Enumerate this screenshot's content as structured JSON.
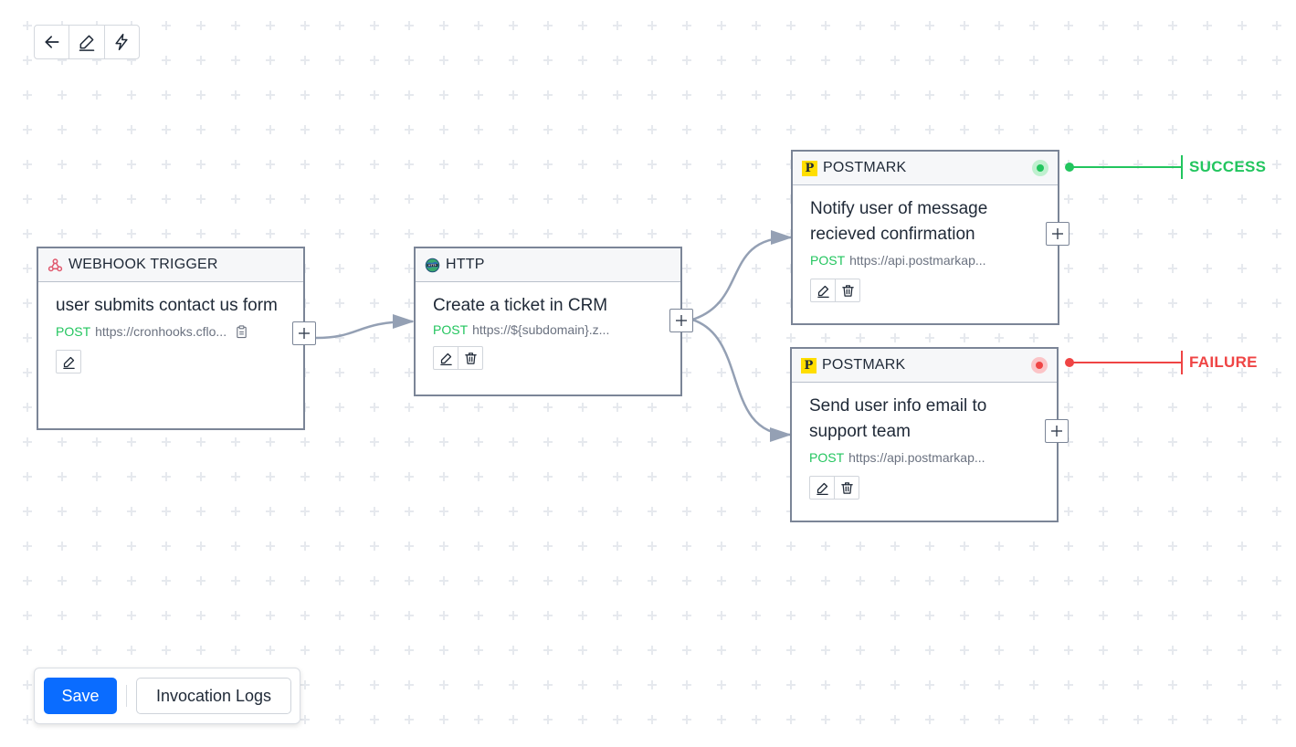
{
  "toolbar": {
    "icons": [
      "arrow-left-icon",
      "pencil-icon",
      "lightning-icon"
    ]
  },
  "nodes": {
    "webhook": {
      "header": "WEBHOOK TRIGGER",
      "icon": "webhook-icon",
      "title": "user submits contact us form",
      "method": "POST",
      "url": "https://cronhooks.cflo..."
    },
    "http": {
      "header": "HTTP",
      "icon": "globe-icon",
      "title": "Create a ticket in CRM",
      "method": "POST",
      "url": "https://${subdomain}.z..."
    },
    "postmark_success": {
      "header": "POSTMARK",
      "icon": "postmark-icon",
      "logo_letter": "P",
      "title": "Notify user of message recieved confirmation",
      "method": "POST",
      "url": "https://api.postmarkap..."
    },
    "postmark_failure": {
      "header": "POSTMARK",
      "icon": "postmark-icon",
      "logo_letter": "P",
      "title": "Send user info email to support team",
      "method": "POST",
      "url": "https://api.postmarkap..."
    }
  },
  "branches": {
    "success_label": "SUCCESS",
    "failure_label": "FAILURE"
  },
  "bottom_bar": {
    "save_label": "Save",
    "logs_label": "Invocation Logs"
  },
  "colors": {
    "primary": "#0a6cff",
    "success": "#22c55e",
    "failure": "#ef4444",
    "edge": "#94a0b4",
    "node_border": "#7b8597",
    "postmark_yellow": "#ffde00"
  }
}
